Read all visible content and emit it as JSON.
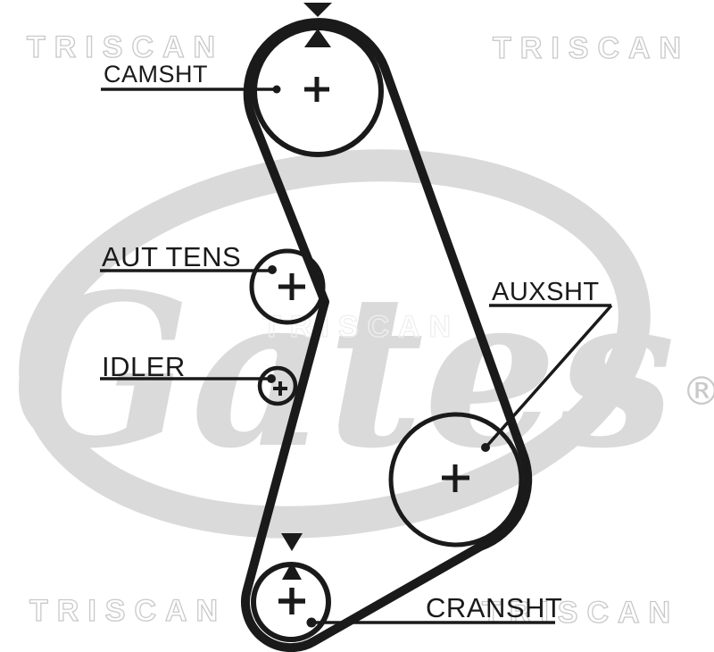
{
  "diagram": {
    "kind": "timing-belt-routing",
    "labels": {
      "camshaft": "CAMSHT",
      "auto_tensioner": "AUT TENS",
      "idler": "IDLER",
      "auxiliary_shaft": "AUXSHT",
      "crankshaft": "CRANSHT"
    },
    "watermarks": {
      "triscan": "TRISCAN",
      "brand_script": "Gates",
      "registered_mark": "®"
    },
    "colors": {
      "diagram_line": "#1a1a1a",
      "watermark_gray": "#dadada",
      "watermark_outline": "#c9c9c9",
      "background": "#ffffff"
    }
  }
}
